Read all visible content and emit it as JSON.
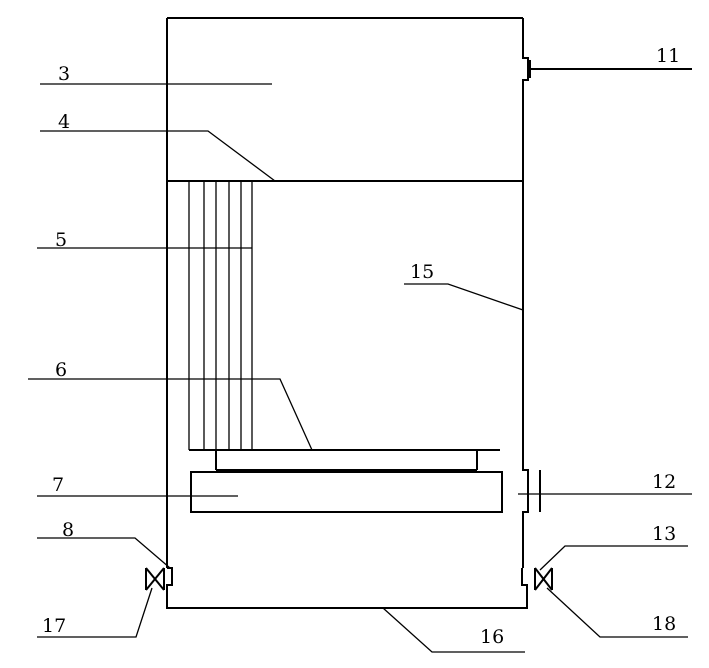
{
  "labels": {
    "l3": "3",
    "l4": "4",
    "l5": "5",
    "l6": "6",
    "l7": "7",
    "l8": "8",
    "l11": "11",
    "l12": "12",
    "l13": "13",
    "l15": "15",
    "l16": "16",
    "l17": "17",
    "l18": "18"
  }
}
